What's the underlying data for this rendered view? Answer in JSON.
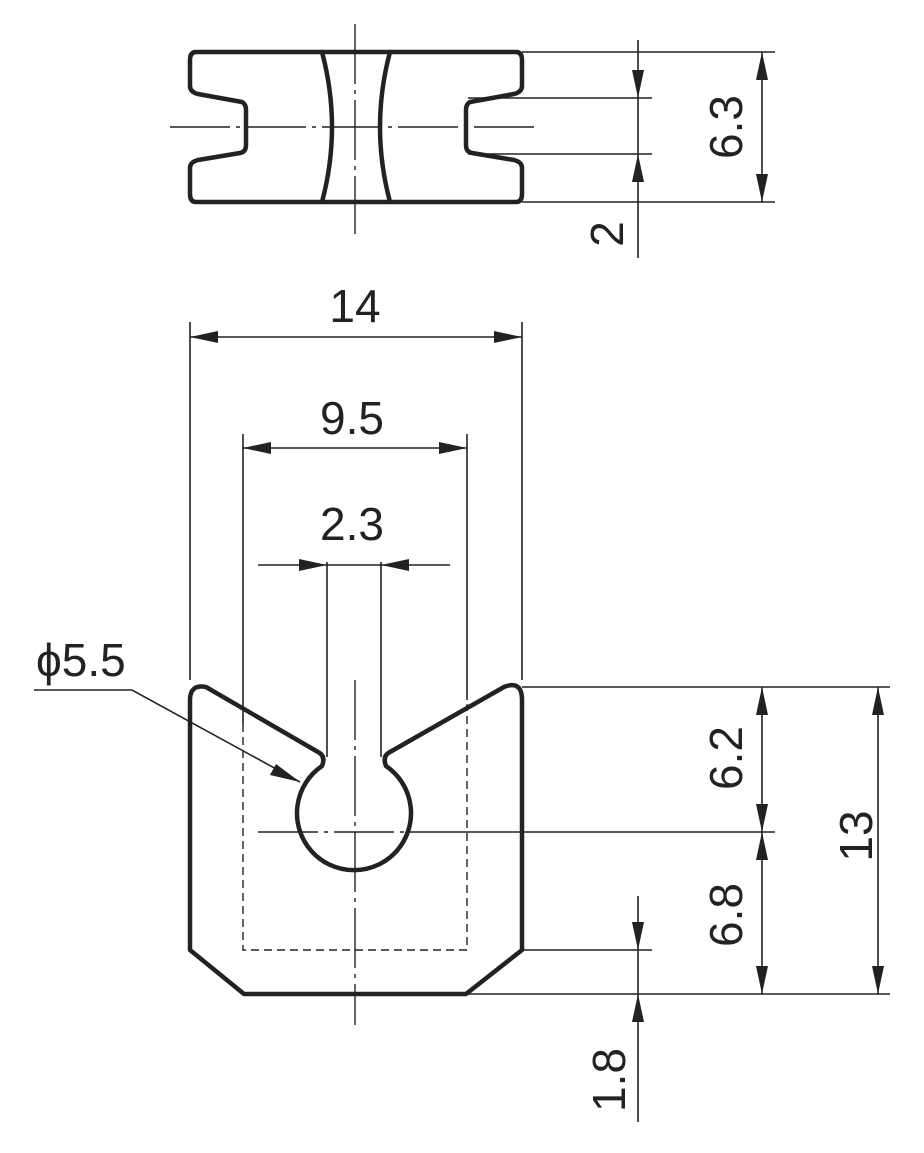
{
  "drawing": {
    "dimensions": {
      "top_height": "6.3",
      "top_slot": "2",
      "overall_width": "14",
      "inner_width": "9.5",
      "slot_width": "2.3",
      "hole_diameter": "ϕ5.5",
      "upper_height": "6.2",
      "lower_height": "6.8",
      "total_height": "13",
      "bottom_offset": "1.8"
    }
  }
}
